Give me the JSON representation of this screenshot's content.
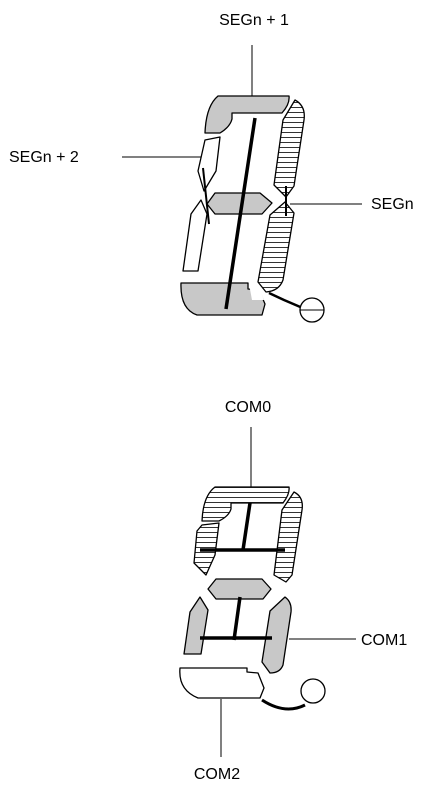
{
  "figure": {
    "top": {
      "labels": {
        "seg_n_plus_1": "SEGn + 1",
        "seg_n_plus_2": "SEGn + 2",
        "seg_n": "SEGn"
      }
    },
    "bottom": {
      "labels": {
        "com0": "COM0",
        "com1": "COM1",
        "com2": "COM2"
      }
    }
  },
  "colors": {
    "stroke": "#000000",
    "gray_fill": "#c8c8c8",
    "hatch_line": "#000000",
    "background": "#ffffff"
  }
}
